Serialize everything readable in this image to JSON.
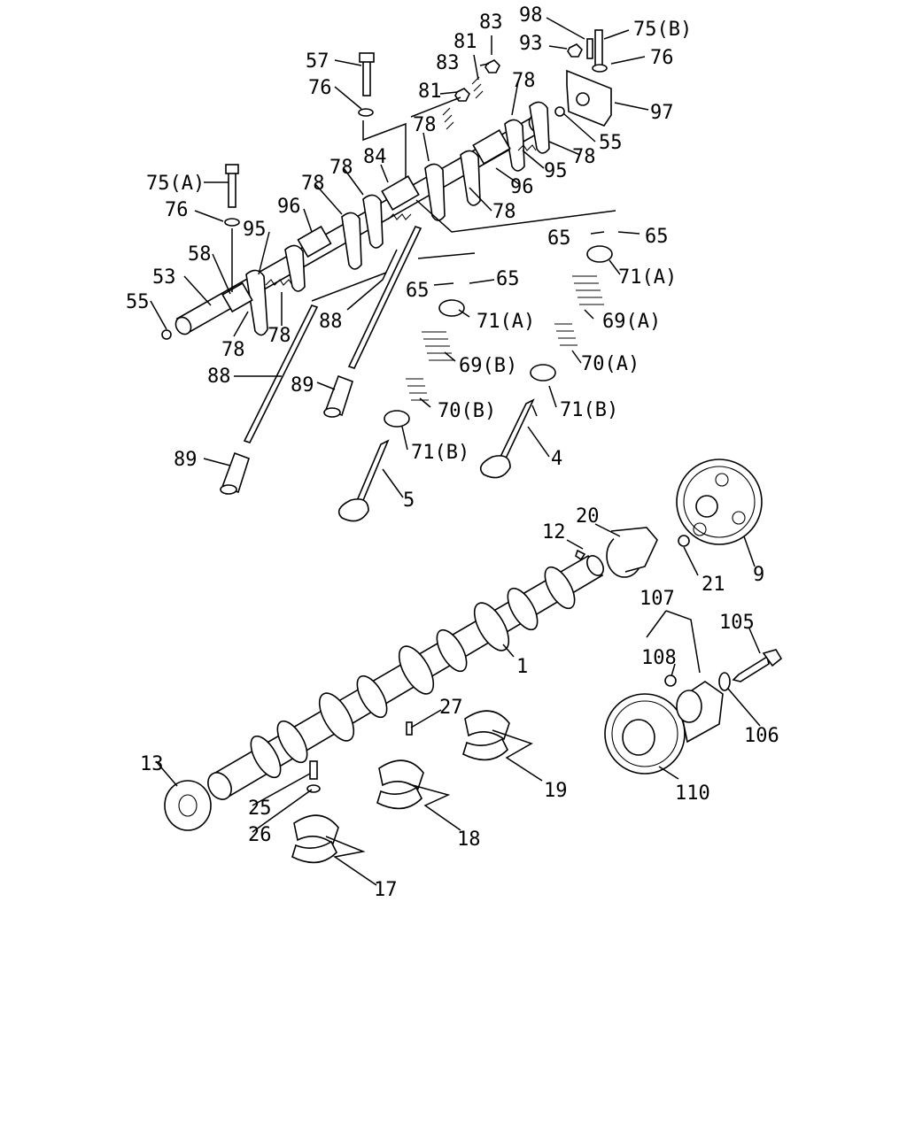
{
  "labels": {
    "c1": "1",
    "c4": "4",
    "c5": "5",
    "c9": "9",
    "c12": "12",
    "c13": "13",
    "c17": "17",
    "c18": "18",
    "c19": "19",
    "c20": "20",
    "c21": "21",
    "c25": "25",
    "c26": "26",
    "c27": "27",
    "c53": "53",
    "c55a": "55",
    "c55b": "55",
    "c57": "57",
    "c58": "58",
    "c65a": "65",
    "c65b": "65",
    "c65c": "65",
    "c65d": "65",
    "c69a": "69(A)",
    "c69b": "69(B)",
    "c70a": "70(A)",
    "c70b": "70(B)",
    "c71a1": "71(A)",
    "c71a2": "71(A)",
    "c71b1": "71(B)",
    "c71b2": "71(B)",
    "c75a": "75(A)",
    "c75b": "75(B)",
    "c76a": "76",
    "c76b": "76",
    "c76c": "76",
    "c78a": "78",
    "c78b": "78",
    "c78c": "78",
    "c78d": "78",
    "c78e": "78",
    "c78f": "78",
    "c78g": "78",
    "c78h": "78",
    "c81a": "81",
    "c81b": "81",
    "c83a": "83",
    "c83b": "83",
    "c84": "84",
    "c88a": "88",
    "c88b": "88",
    "c89a": "89",
    "c89b": "89",
    "c93": "93",
    "c95a": "95",
    "c95b": "95",
    "c96a": "96",
    "c96b": "96",
    "c97": "97",
    "c98": "98",
    "c105": "105",
    "c106": "106",
    "c107": "107",
    "c108": "108",
    "c110": "110"
  }
}
